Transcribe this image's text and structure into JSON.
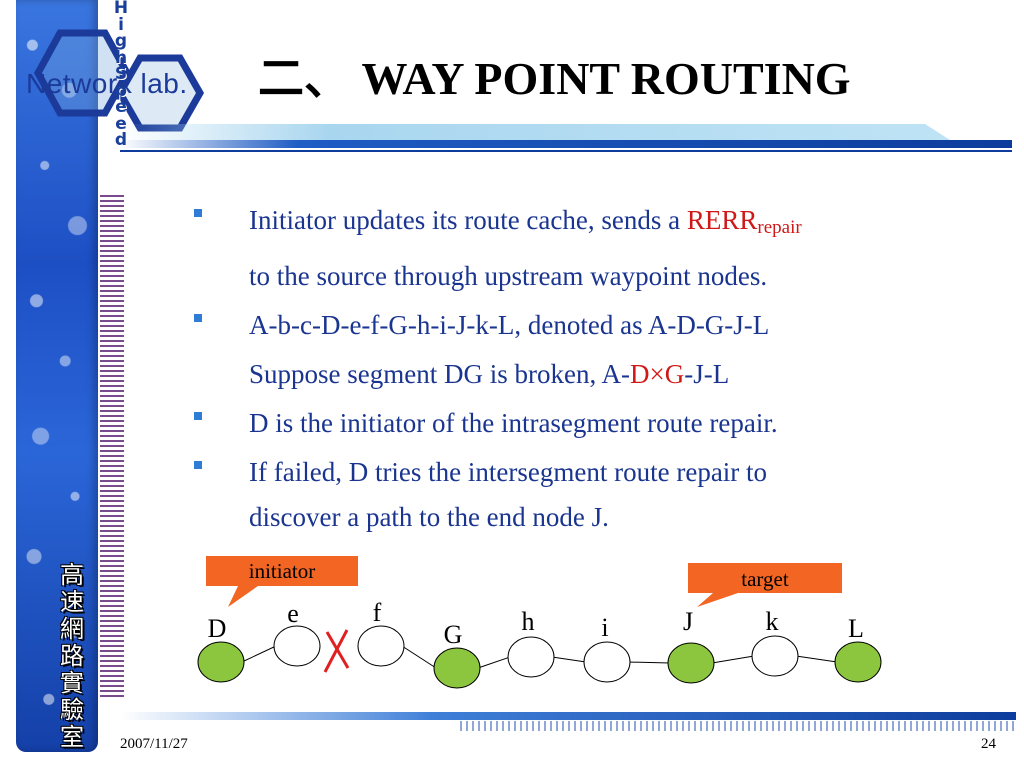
{
  "logo": {
    "text": "Network lab.",
    "vertical_text": "HighSpeed",
    "lab_name_cjk": "高速網路實驗室"
  },
  "slide": {
    "title": "二、 WAY POINT ROUTING",
    "bullets": [
      {
        "line1_pre": "Initiator updates its route cache, sends a ",
        "line1_red": "RERR",
        "line1_sub": "repair",
        "line2": "to the source through upstream waypoint nodes."
      },
      {
        "line1": "A-b-c-D-e-f-G-h-i-J-k-L, denoted as A-D-G-J-L",
        "line2_pre": "Suppose segment DG is broken, A-",
        "line2_red1": "D",
        "line2_cross": "×",
        "line2_red2": "G",
        "line2_post": "-J-L"
      },
      {
        "line1": "D is the initiator of the intrasegment route repair."
      },
      {
        "line1": "If failed, D tries the intersegment route repair to",
        "line2": "discover a path to the end node J."
      }
    ]
  },
  "diagram": {
    "callout_initiator": "initiator",
    "callout_target": "target",
    "nodes": [
      {
        "label": "D",
        "waypoint": true
      },
      {
        "label": "e",
        "waypoint": false
      },
      {
        "label": "f",
        "waypoint": false
      },
      {
        "label": "G",
        "waypoint": true
      },
      {
        "label": "h",
        "waypoint": false
      },
      {
        "label": "i",
        "waypoint": false
      },
      {
        "label": "J",
        "waypoint": true
      },
      {
        "label": "k",
        "waypoint": false
      },
      {
        "label": "L",
        "waypoint": true
      }
    ],
    "broken_link_symbol": "broken-link-x",
    "colors": {
      "waypoint": "#8cc63f",
      "regular": "#ffffff",
      "callout": "#f26522",
      "break": "#e02020"
    }
  },
  "footer": {
    "date": "2007/11/27",
    "page": "24"
  }
}
